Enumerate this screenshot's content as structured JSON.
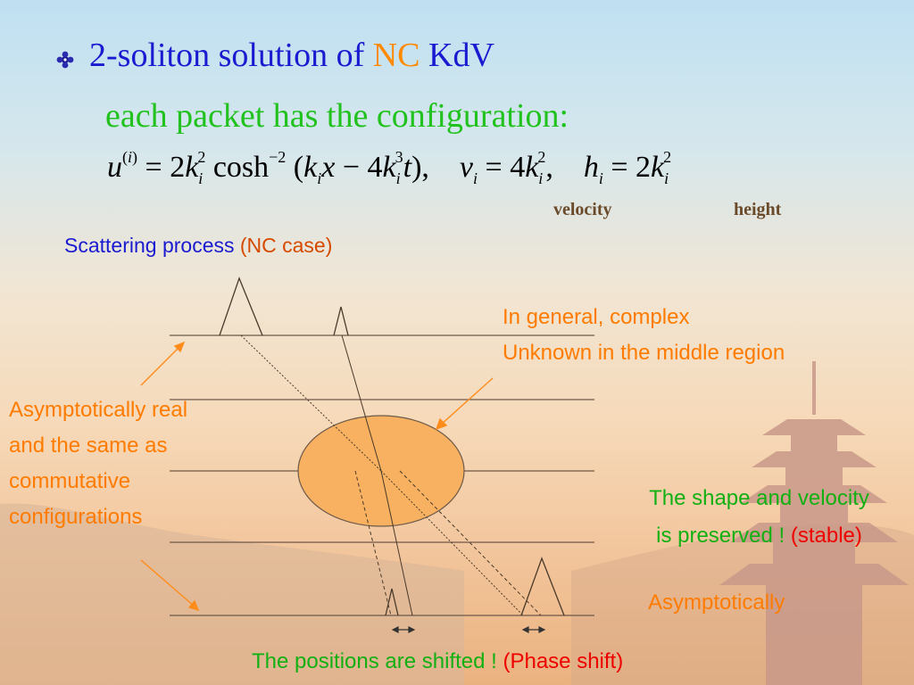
{
  "heading": {
    "bullet_icon": "flower-bullet-icon",
    "title_part1": "2-soliton solution of ",
    "title_nc": "NC",
    "title_part2": " KdV",
    "subtitle": "each packet has the configuration:"
  },
  "formula": {
    "velocity_label": "velocity",
    "height_label": "height"
  },
  "scattering": {
    "title": "Scattering process",
    "case": "(NC case)"
  },
  "notes": {
    "middle_line1": "In general, complex",
    "middle_line2": "Unknown in the middle region",
    "left_line1": "Asymptotically real",
    "left_line2": "and the same as",
    "left_line3": "commutative",
    "left_line4": "configurations",
    "shape_line1": "The shape and velocity",
    "shape_line2_part1": "is preserved ! ",
    "shape_line2_stable": "(stable)",
    "asymptotically": "Asymptotically",
    "shift_part1": "The positions are shifted !  ",
    "shift_phase": "(Phase shift)"
  },
  "colors": {
    "blue": "#1a1ad0",
    "orange": "#ff7b00",
    "green": "#12b012",
    "red": "#ee0000",
    "ellipse_fill": "#f7b160"
  }
}
